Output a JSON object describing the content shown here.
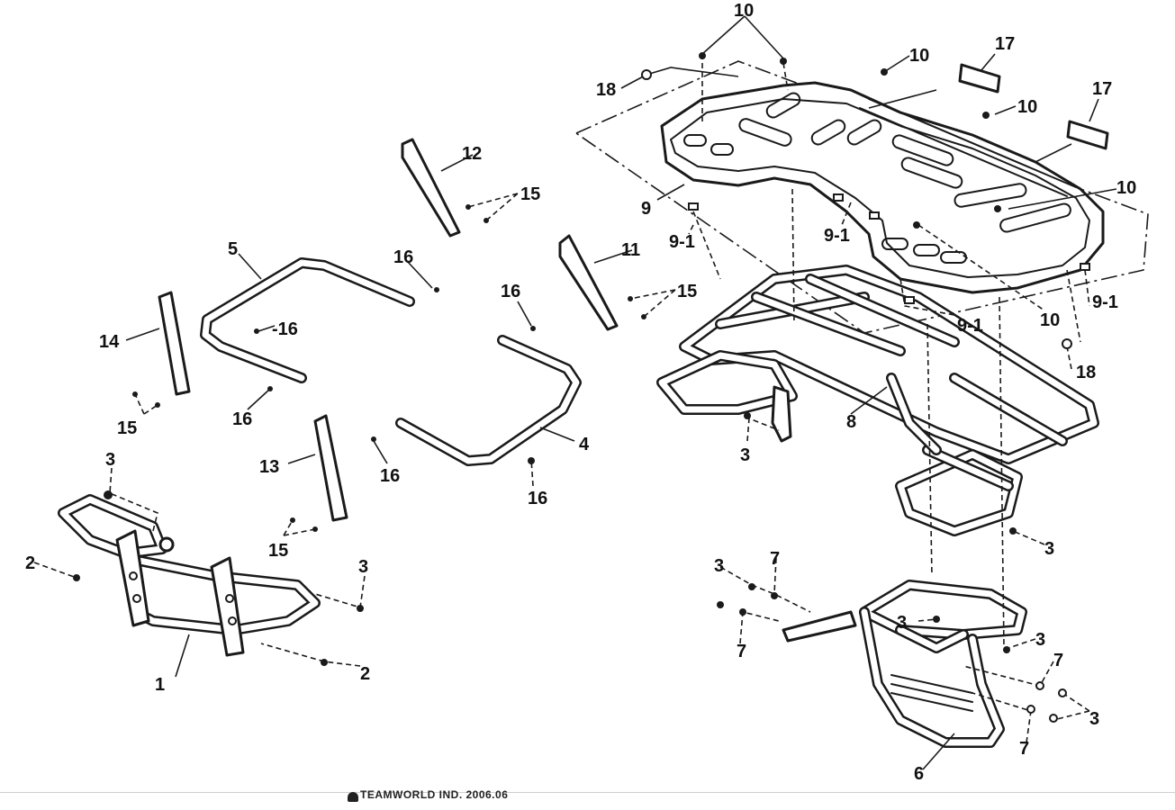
{
  "diagram": {
    "callouts": {
      "c1": "1",
      "c2a": "2",
      "c2b": "2",
      "c3a": "3",
      "c3b": "3",
      "c3c": "3",
      "c3d": "3",
      "c3e": "3",
      "c3f": "3",
      "c3g": "3",
      "c3h": "3",
      "c4": "4",
      "c5": "5",
      "c6": "6",
      "c7a": "7",
      "c7b": "7",
      "c7c": "7",
      "c7d": "7",
      "c8": "8",
      "c9": "9",
      "c91a": "9-1",
      "c91b": "9-1",
      "c91c": "9-1",
      "c91d": "9-1",
      "c10a": "10",
      "c10b": "10",
      "c10c": "10",
      "c10d": "10",
      "c10e": "10",
      "c11": "11",
      "c12": "12",
      "c13": "13",
      "c14": "14",
      "c15a": "15",
      "c15b": "15",
      "c15c": "15",
      "c15d": "15",
      "c16a": "-16",
      "c16b": "16",
      "c16c": "16",
      "c16d": "16",
      "c16e": "16",
      "c16f": "16",
      "c17a": "17",
      "c17b": "17",
      "c18a": "18",
      "c18b": "18"
    }
  },
  "footer": {
    "text": "TEAMWORLD IND. 2006.06"
  }
}
